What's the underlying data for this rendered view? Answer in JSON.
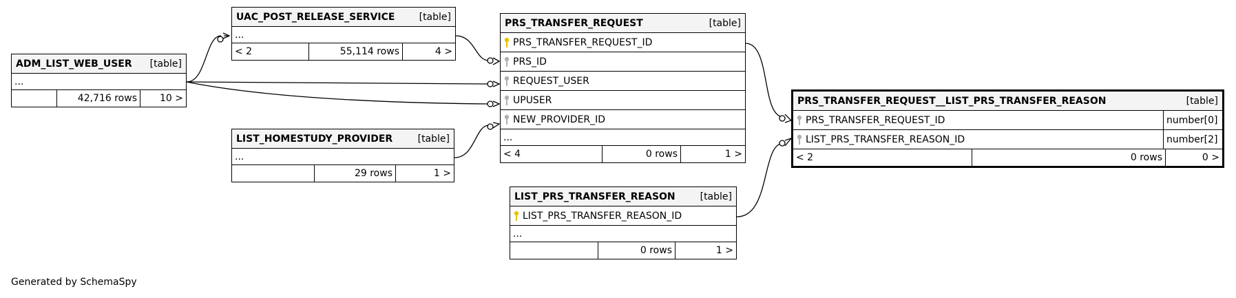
{
  "colors": {
    "pk_key": "#e6c300",
    "fk_key": "#b0b0b0",
    "line": "#000000",
    "header_bg": "#f4f4f4"
  },
  "icons": {
    "primary_key": "key-icon-gold",
    "foreign_key": "key-icon-gray"
  },
  "footer_text": "Generated by SchemaSpy",
  "tables": {
    "uac": {
      "name": "UAC_POST_RELEASE_SERVICE",
      "kind": "[table]",
      "more": "...",
      "left": "< 2",
      "rows": "55,114 rows",
      "right": "4 >"
    },
    "adm": {
      "name": "ADM_LIST_WEB_USER",
      "kind": "[table]",
      "more": "...",
      "left": "",
      "rows": "42,716 rows",
      "right": "10 >"
    },
    "homestudy": {
      "name": "LIST_HOMESTUDY_PROVIDER",
      "kind": "[table]",
      "more": "...",
      "left": "",
      "rows": "29 rows",
      "right": "1 >"
    },
    "prs": {
      "name": "PRS_TRANSFER_REQUEST",
      "kind": "[table]",
      "columns": [
        {
          "name": "PRS_TRANSFER_REQUEST_ID",
          "key": "pk"
        },
        {
          "name": "PRS_ID",
          "key": "fk"
        },
        {
          "name": "REQUEST_USER",
          "key": "fk"
        },
        {
          "name": "UPUSER",
          "key": "fk"
        },
        {
          "name": "NEW_PROVIDER_ID",
          "key": "fk"
        }
      ],
      "more": "...",
      "left": "< 4",
      "rows": "0 rows",
      "right": "1 >"
    },
    "reason": {
      "name": "LIST_PRS_TRANSFER_REASON",
      "kind": "[table]",
      "columns": [
        {
          "name": "LIST_PRS_TRANSFER_REASON_ID",
          "key": "pk"
        }
      ],
      "more": "...",
      "left": "",
      "rows": "0 rows",
      "right": "1 >"
    },
    "link": {
      "name": "PRS_TRANSFER_REQUEST__LIST_PRS_TRANSFER_REASON",
      "kind": "[table]",
      "columns": [
        {
          "name": "PRS_TRANSFER_REQUEST_ID",
          "key": "fk",
          "type": "number[0]"
        },
        {
          "name": "LIST_PRS_TRANSFER_REASON_ID",
          "key": "fk",
          "type": "number[2]"
        }
      ],
      "left": "< 2",
      "rows": "0 rows",
      "right": "0 >"
    }
  }
}
